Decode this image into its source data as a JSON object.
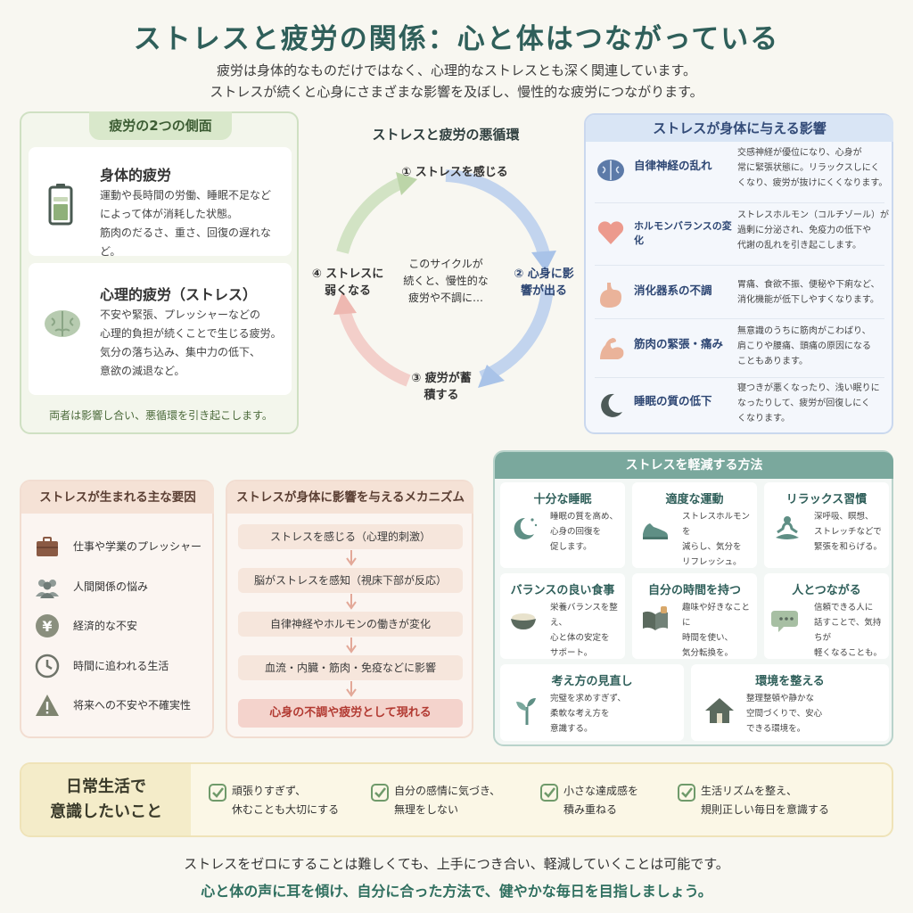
{
  "title": "ストレスと疲労の関係：心と体はつながっている",
  "intro": [
    "疲労は身体的なものだけではなく、心理的なストレスとも深く関連しています。",
    "ストレスが続くと心身にさまざまな影響を及ぼし、慢性的な疲労につながります。"
  ],
  "fatigue": {
    "heading": "疲労の2つの側面",
    "physical": {
      "title": "身体的疲労",
      "lines": [
        "運動や長時間の労働、睡眠不足など",
        "によって体が消耗した状態。",
        "筋肉のだるさ、重さ、回復の遅れなど。"
      ],
      "icon": "battery-icon"
    },
    "mental": {
      "title": "心理的疲労（ストレス）",
      "lines": [
        "不安や緊張、プレッシャーなどの",
        "心理的負担が続くことで生じる疲労。",
        "気分の落ち込み、集中力の低下、",
        "意欲の減退など。"
      ],
      "icon": "brain-icon"
    },
    "footnote": "両者は影響し合い、悪循環を引き起こします。"
  },
  "cycle": {
    "title": "ストレスと疲労の悪循環",
    "step1": "① ストレスを感じる",
    "step2": [
      "② 心身に影",
      "響が出る"
    ],
    "step3": [
      "③ 疲労が蓄",
      "積する"
    ],
    "step4": [
      "④ ストレスに",
      "弱くなる"
    ],
    "center": [
      "このサイクルが",
      "続くと、慢性的な",
      "疲労や不調に…"
    ]
  },
  "effects": {
    "heading": "ストレスが身体に与える影響",
    "items": [
      {
        "label": "自律神経の乱れ",
        "lines": [
          "交感神経が優位になり、心身が",
          "常に緊張状態に。リラックスしにく",
          "くなり、疲労が抜けにくくなります。"
        ],
        "icon": "brain-icon"
      },
      {
        "label": "ホルモンバランスの変化",
        "lines": [
          "ストレスホルモン（コルチゾール）が",
          "過剰に分泌され、免疫力の低下や",
          "代謝の乱れを引き起こします。"
        ],
        "icon": "heart-icon"
      },
      {
        "label": "消化器系の不調",
        "lines": [
          "胃痛、食欲不振、便秘や下痢など、",
          "消化機能が低下しやすくなります。"
        ],
        "icon": "stomach-icon"
      },
      {
        "label": "筋肉の緊張・痛み",
        "lines": [
          "無意識のうちに筋肉がこわばり、",
          "肩こりや腰痛、頭痛の原因になる",
          "こともあります。"
        ],
        "icon": "muscle-icon"
      },
      {
        "label": "睡眠の質の低下",
        "lines": [
          "寝つきが悪くなったり、浅い眠りに",
          "なったりして、疲労が回復しにく",
          "くなります。"
        ],
        "icon": "moon-icon"
      }
    ]
  },
  "factors": {
    "heading": "ストレスが生まれる主な要因",
    "items": [
      {
        "text": "仕事や学業のプレッシャー",
        "icon": "briefcase-icon"
      },
      {
        "text": "人間関係の悩み",
        "icon": "people-icon"
      },
      {
        "text": "経済的な不安",
        "icon": "yen-icon"
      },
      {
        "text": "時間に追われる生活",
        "icon": "clock-icon"
      },
      {
        "text": "将来への不安や不確実性",
        "icon": "warning-icon"
      }
    ]
  },
  "mechanism": {
    "heading": "ストレスが身体に影響を与えるメカニズム",
    "steps": [
      "ストレスを感じる（心理的刺激）",
      "脳がストレスを感知（視床下部が反応）",
      "自律神経やホルモンの働きが変化",
      "血流・内臓・筋肉・免疫などに影響",
      "心身の不調や疲労として現れる"
    ]
  },
  "relief": {
    "heading": "ストレスを軽減する方法",
    "items": [
      {
        "title": "十分な睡眠",
        "lines": [
          "睡眠の質を高め、",
          "心身の回復を",
          "促します。"
        ],
        "icon": "moon-icon"
      },
      {
        "title": "適度な運動",
        "lines": [
          "ストレスホルモンを",
          "減らし、気分を",
          "リフレッシュ。"
        ],
        "icon": "shoe-icon"
      },
      {
        "title": "リラックス習慣",
        "lines": [
          "深呼吸、瞑想、",
          "ストレッチなどで",
          "緊張を和らげる。"
        ],
        "icon": "meditation-icon"
      },
      {
        "title": "バランスの良い食事",
        "lines": [
          "栄養バランスを整え、",
          "心と体の安定を",
          "サポート。"
        ],
        "icon": "rice-bowl-icon"
      },
      {
        "title": "自分の時間を持つ",
        "lines": [
          "趣味や好きなことに",
          "時間を使い、",
          "気分転換を。"
        ],
        "icon": "book-icon"
      },
      {
        "title": "人とつながる",
        "lines": [
          "信頼できる人に",
          "話すことで、気持ちが",
          "軽くなることも。"
        ],
        "icon": "chat-icon"
      },
      {
        "title": "考え方の見直し",
        "lines": [
          "完璧を求めすぎず、",
          "柔軟な考え方を",
          "意識する。"
        ],
        "icon": "sprout-icon"
      },
      {
        "title": "環境を整える",
        "lines": [
          "整理整頓や静かな",
          "空間づくりで、安心",
          "できる環境を。"
        ],
        "icon": "house-icon"
      }
    ]
  },
  "daily": {
    "heading": [
      "日常生活で",
      "意識したいこと"
    ],
    "items": [
      [
        "頑張りすぎず、",
        "休むことも大切にする"
      ],
      [
        "自分の感情に気づき、",
        "無理をしない"
      ],
      [
        "小さな達成感を",
        "積み重ねる"
      ],
      [
        "生活リズムを整え、",
        "規則正しい毎日を意識する"
      ]
    ]
  },
  "outro": [
    "ストレスをゼロにすることは難しくても、上手につき合い、軽減していくことは可能です。",
    "心と体の声に耳を傾け、自分に合った方法で、健やかな毎日を目指しましょう。"
  ],
  "colors": {
    "title": "#2f5f5a",
    "green": "#d9e8cb",
    "blue": "#d9e5f5",
    "peach": "#f5e2d6",
    "teal": "#7aa89d",
    "accent_red": "#b23a32"
  }
}
